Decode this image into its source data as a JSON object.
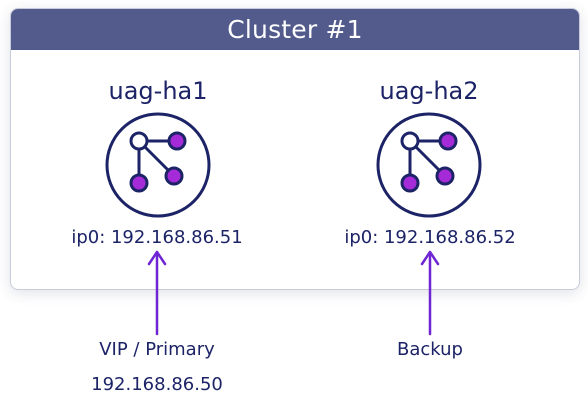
{
  "cluster": {
    "title": "Cluster #1",
    "nodes": [
      {
        "name": "uag-ha1",
        "ip": "ip0: 192.168.86.51",
        "icon": "cluster-node-icon"
      },
      {
        "name": "uag-ha2",
        "ip": "ip0: 192.168.86.52",
        "icon": "cluster-node-icon"
      }
    ]
  },
  "labels": {
    "primary": "VIP / Primary",
    "vip_address": "192.168.86.50",
    "backup": "Backup"
  },
  "colors": {
    "header_bg": "#525b8c",
    "navy": "#1c2366",
    "node_purple": "#a52ad8",
    "arrow": "#6f25d4"
  }
}
